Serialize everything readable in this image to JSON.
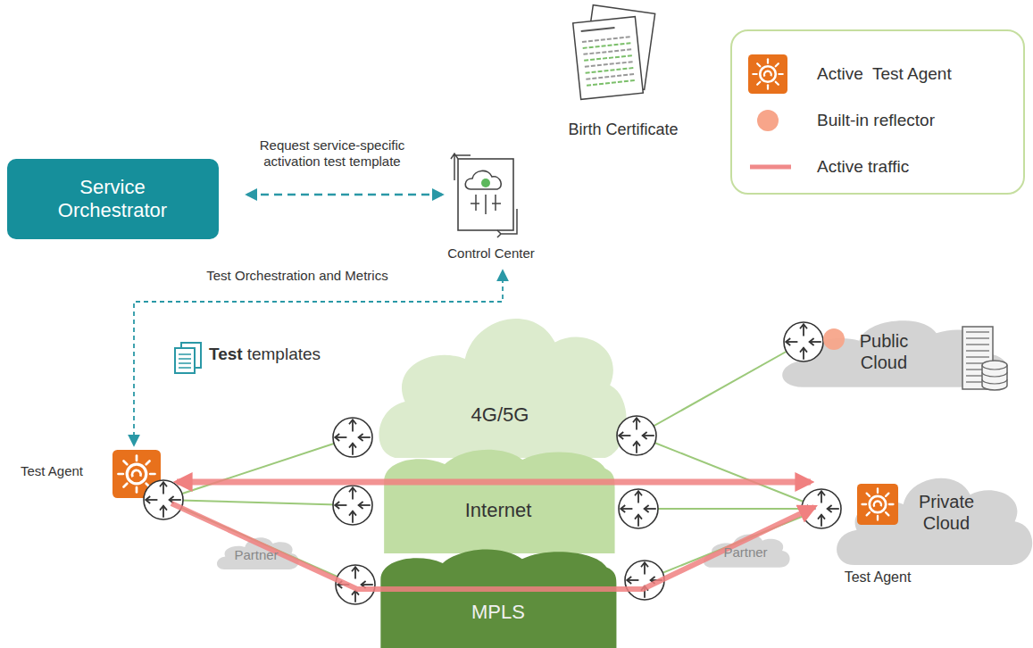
{
  "diagram": {
    "nodes": [
      {
        "text": [
          "Service Orchestrator"
        ]
      },
      {
        "text": [
          "Control Center"
        ]
      },
      {
        "text": [
          "Birth Certificate"
        ]
      },
      {
        "text": [
          "Test Agent"
        ]
      },
      {
        "text": [
          "4G/5G"
        ]
      },
      {
        "text": [
          "Internet"
        ]
      },
      {
        "text": [
          "MPLS"
        ]
      },
      {
        "text": [
          "Public Cloud"
        ]
      },
      {
        "text": [
          "Private Cloud"
        ]
      },
      {
        "text": [
          "Test Agent"
        ],
        "in": 8
      },
      {
        "text": [
          "Partner"
        ]
      },
      {
        "text": [
          "Partner"
        ]
      }
    ],
    "edges": [
      {
        "from": 0,
        "to": 1,
        "label": "Request service-specific activation test template",
        "arrow": "both"
      },
      {
        "from": 3,
        "to": 1,
        "label": "Test Orchestration and Metrics",
        "arrow": "both"
      },
      {
        "from": 3,
        "to": 9,
        "arrow": "both"
      },
      {
        "from": 3,
        "to": 9,
        "arrow": "to"
      }
    ],
    "labels": [
      "Test",
      "templates"
    ],
    "legend": [
      {
        "text": "Active  Test Agent"
      },
      {
        "text": "Built-in reflector",
        "color": "#f7a58a"
      },
      {
        "text": "Active traffic"
      }
    ]
  }
}
